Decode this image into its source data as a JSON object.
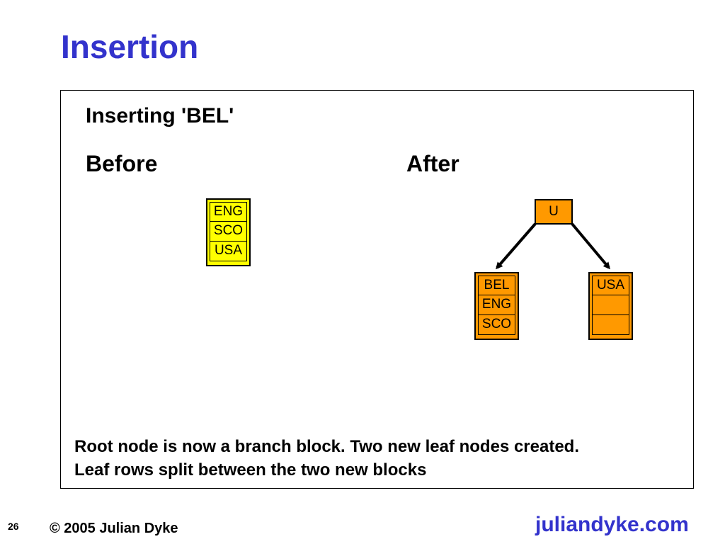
{
  "slide": {
    "title": "Insertion",
    "subtitle": "Inserting 'BEL'",
    "before_label": "Before",
    "after_label": "After"
  },
  "before_block": {
    "rows": [
      "ENG",
      "SCO",
      "USA"
    ],
    "color": "#ffff00"
  },
  "after_tree": {
    "root": {
      "rows": [
        "U"
      ],
      "color": "#ff9900"
    },
    "left_leaf": {
      "rows": [
        "BEL",
        "ENG",
        "SCO"
      ],
      "color": "#ff9900"
    },
    "right_leaf": {
      "rows": [
        "USA",
        "",
        ""
      ],
      "color": "#ff9900"
    }
  },
  "caption": {
    "line1": "Root node is now a branch block. Two new leaf nodes created.",
    "line2": "Leaf rows split between the two new blocks"
  },
  "footer": {
    "page_number": "26",
    "copyright": "© 2005 Julian Dyke",
    "brand": "juliandyke.com"
  },
  "colors": {
    "title": "#3333cc",
    "brand": "#3333cc"
  }
}
